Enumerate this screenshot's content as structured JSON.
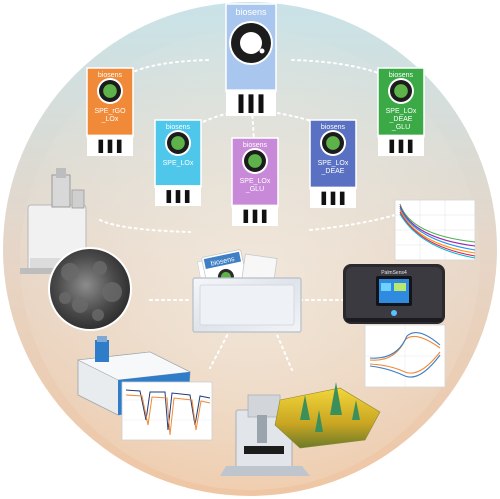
{
  "colors": {
    "circle_top": "#c9e3e8",
    "circle_mid": "#e6d6c8",
    "circle_bottom": "#efc6a3",
    "main_sensor": "#a9c6ee",
    "rgo_sensor": "#f08a38",
    "lox_sensor": "#4ec7ea",
    "lox_glu_sensor": "#c889d9",
    "lox_deae_sensor": "#5a70c2",
    "lox_deae_glu_sensor": "#3aa946",
    "brand_text": "#ffffff"
  },
  "sensors": [
    {
      "key": "main",
      "brand": "biosens",
      "label_lines": []
    },
    {
      "key": "rgo",
      "brand": "biosens",
      "label_lines": [
        "SPE_rGO",
        "_LOx"
      ]
    },
    {
      "key": "lox",
      "brand": "biosens",
      "label_lines": [
        "SPE_LOx"
      ]
    },
    {
      "key": "lox_glu",
      "brand": "biosens",
      "label_lines": [
        "SPE_LOx",
        "_GLU"
      ]
    },
    {
      "key": "lox_deae",
      "brand": "biosens",
      "label_lines": [
        "SPE_LOx",
        "_DEAE"
      ]
    },
    {
      "key": "lox_deae_glu",
      "brand": "biosens",
      "label_lines": [
        "SPE_LOx",
        "_DEAE",
        "_GLU"
      ]
    }
  ],
  "pouch_card": {
    "brand": "biosens"
  },
  "potentiostat": {
    "brand": "PalmSens4"
  }
}
